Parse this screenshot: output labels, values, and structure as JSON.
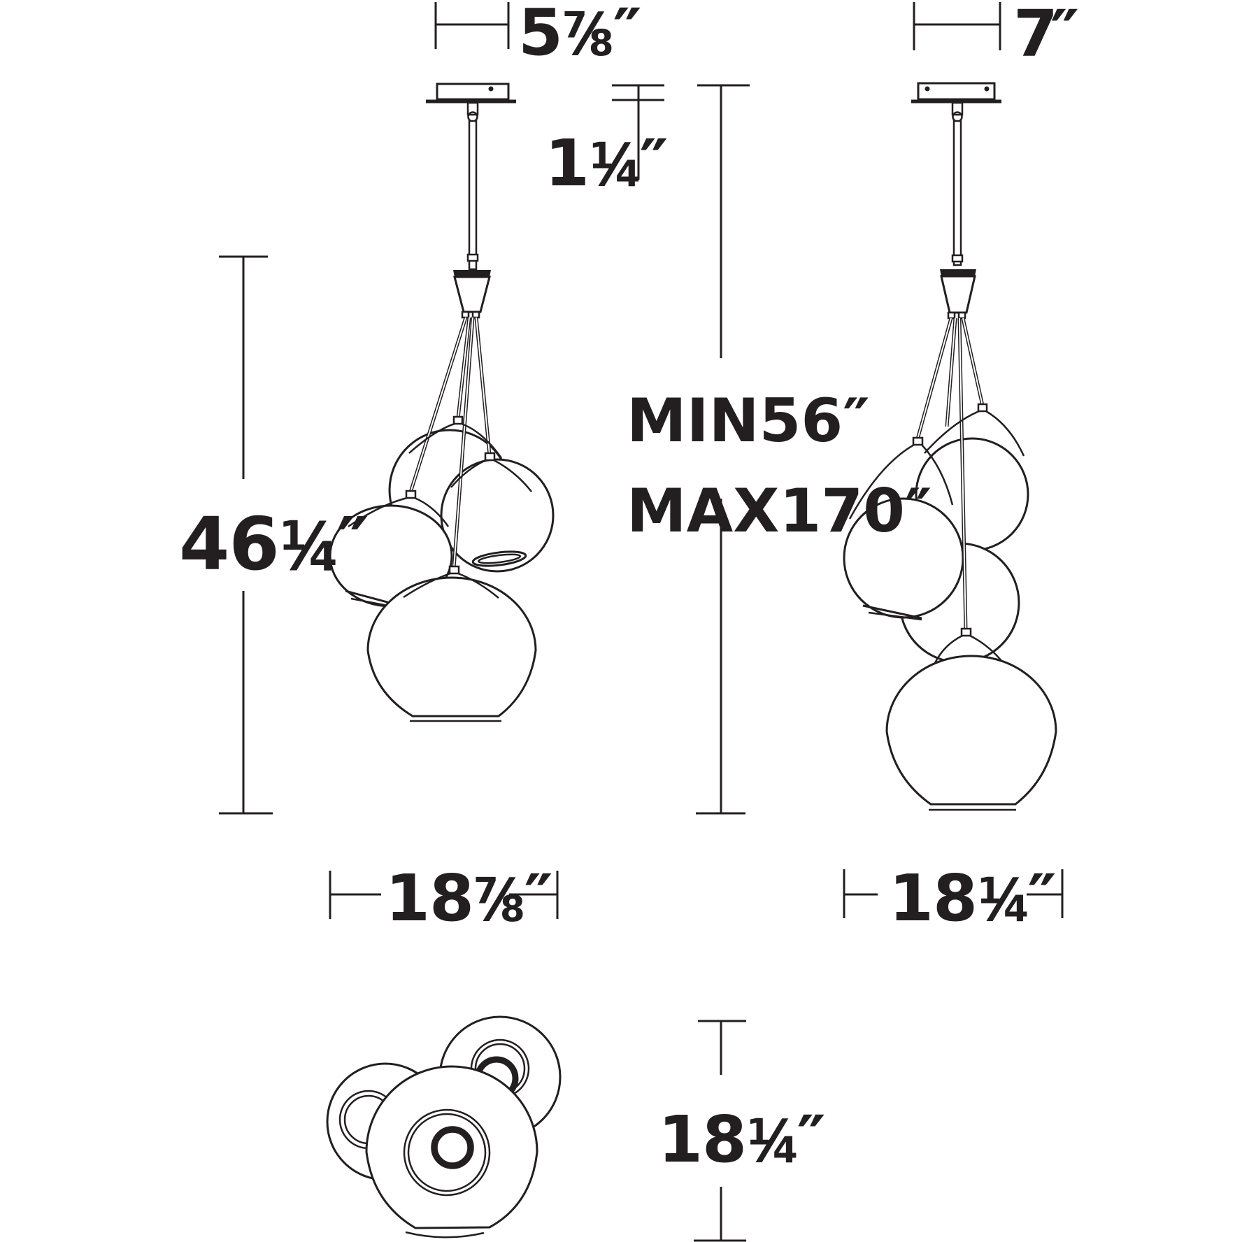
{
  "colors": {
    "line": "#231f20",
    "background": "#ffffff"
  },
  "dimensions": {
    "canopy_width_left": {
      "whole": "5",
      "num": "7",
      "den": "8",
      "slash": "⁄",
      "unit": "″"
    },
    "canopy_width_right": {
      "whole": "7",
      "num": "",
      "den": "",
      "slash": "",
      "unit": "″"
    },
    "canopy_height": {
      "whole": "1",
      "num": "1",
      "den": "4",
      "slash": "⁄",
      "unit": "″"
    },
    "overall_height": {
      "line1": "MIN56″",
      "line2": "MAX170″"
    },
    "fixture_height": {
      "whole": "46",
      "num": "1",
      "den": "4",
      "slash": "⁄",
      "unit": "″"
    },
    "cluster_width_left": {
      "whole": "18",
      "num": "7",
      "den": "8",
      "slash": "⁄",
      "unit": "″"
    },
    "cluster_width_right": {
      "whole": "18",
      "num": "1",
      "den": "4",
      "slash": "⁄",
      "unit": "″"
    },
    "cluster_depth": {
      "whole": "18",
      "num": "1",
      "den": "4",
      "slash": "⁄",
      "unit": "″"
    }
  }
}
